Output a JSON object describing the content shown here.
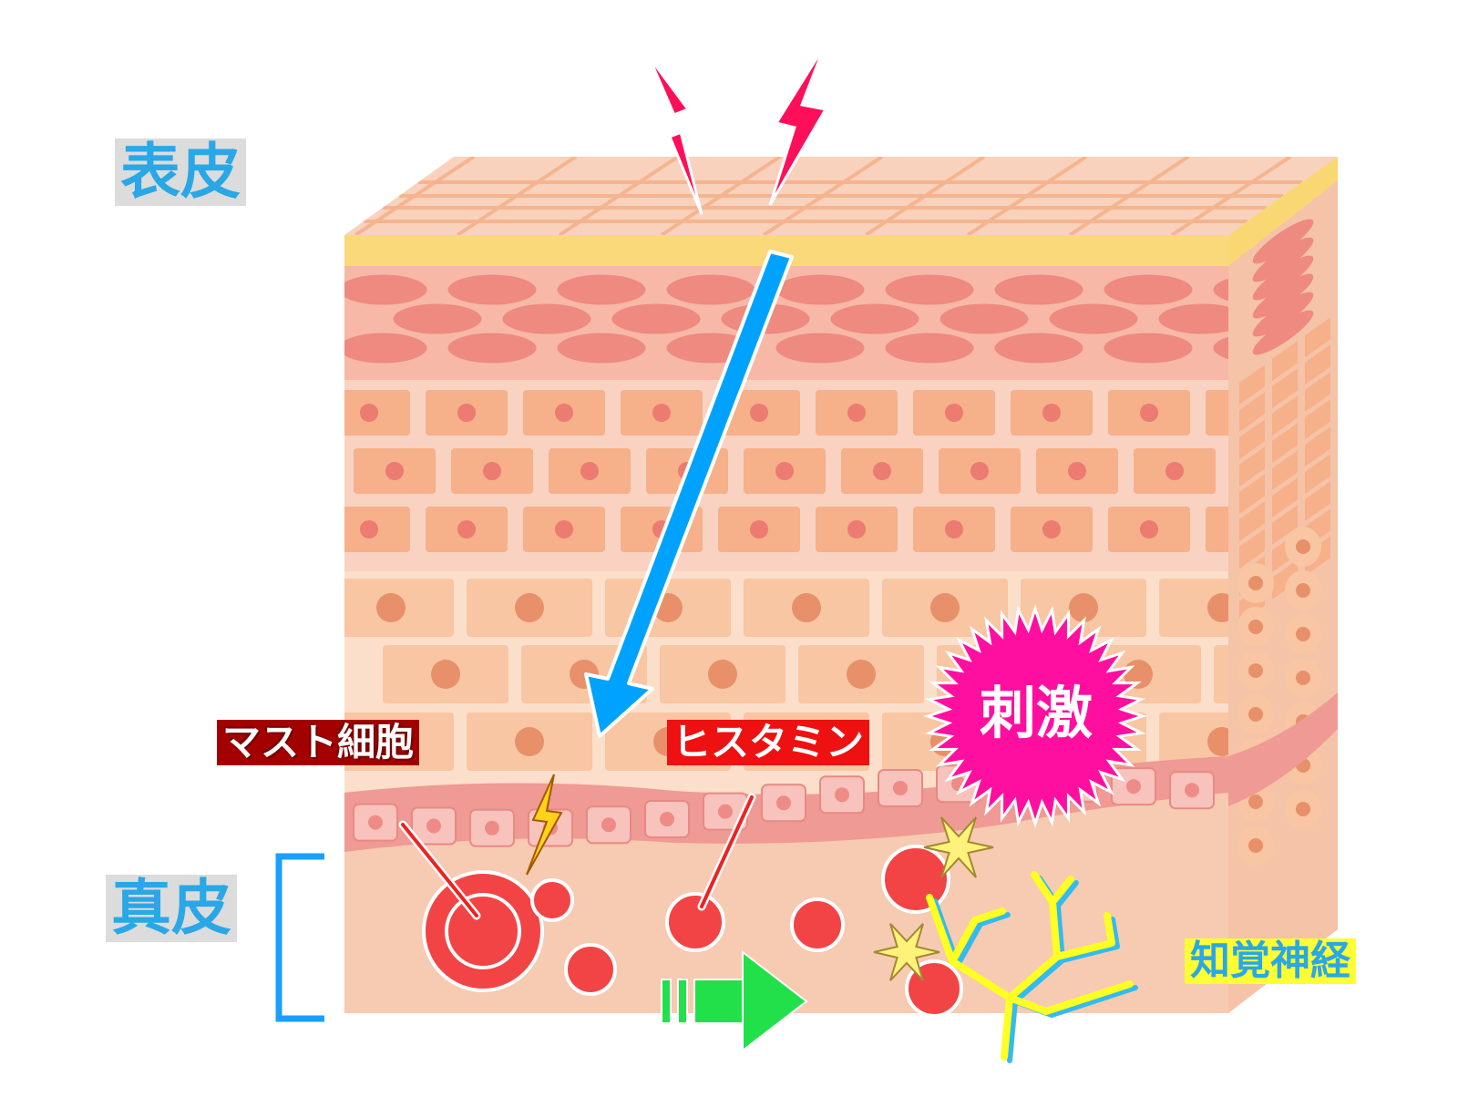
{
  "labels": {
    "epidermis": "表皮",
    "dermis": "真皮",
    "mast_cell": "マスト細胞",
    "histamine": "ヒスタミン",
    "stimulus": "刺激",
    "sensory_nerve": "知覚神経"
  },
  "colors": {
    "label_blue": "#2aa7e6",
    "label_bg_gray": "#dcdcdc",
    "mast_label_bg": "#a30000",
    "histamine_label_bg": "#ee1111",
    "nerve_label_bg": "#ffff33",
    "stimulus_burst": "#ff0f9f",
    "arrow_blue": "#00a2ff",
    "lightning_pink": "#ff0f5a",
    "lightning_yellow": "#ffd21a",
    "flow_arrow_green": "#22e04a",
    "granule_red": "#f24444",
    "nerve_yellow": "#ffff22"
  }
}
